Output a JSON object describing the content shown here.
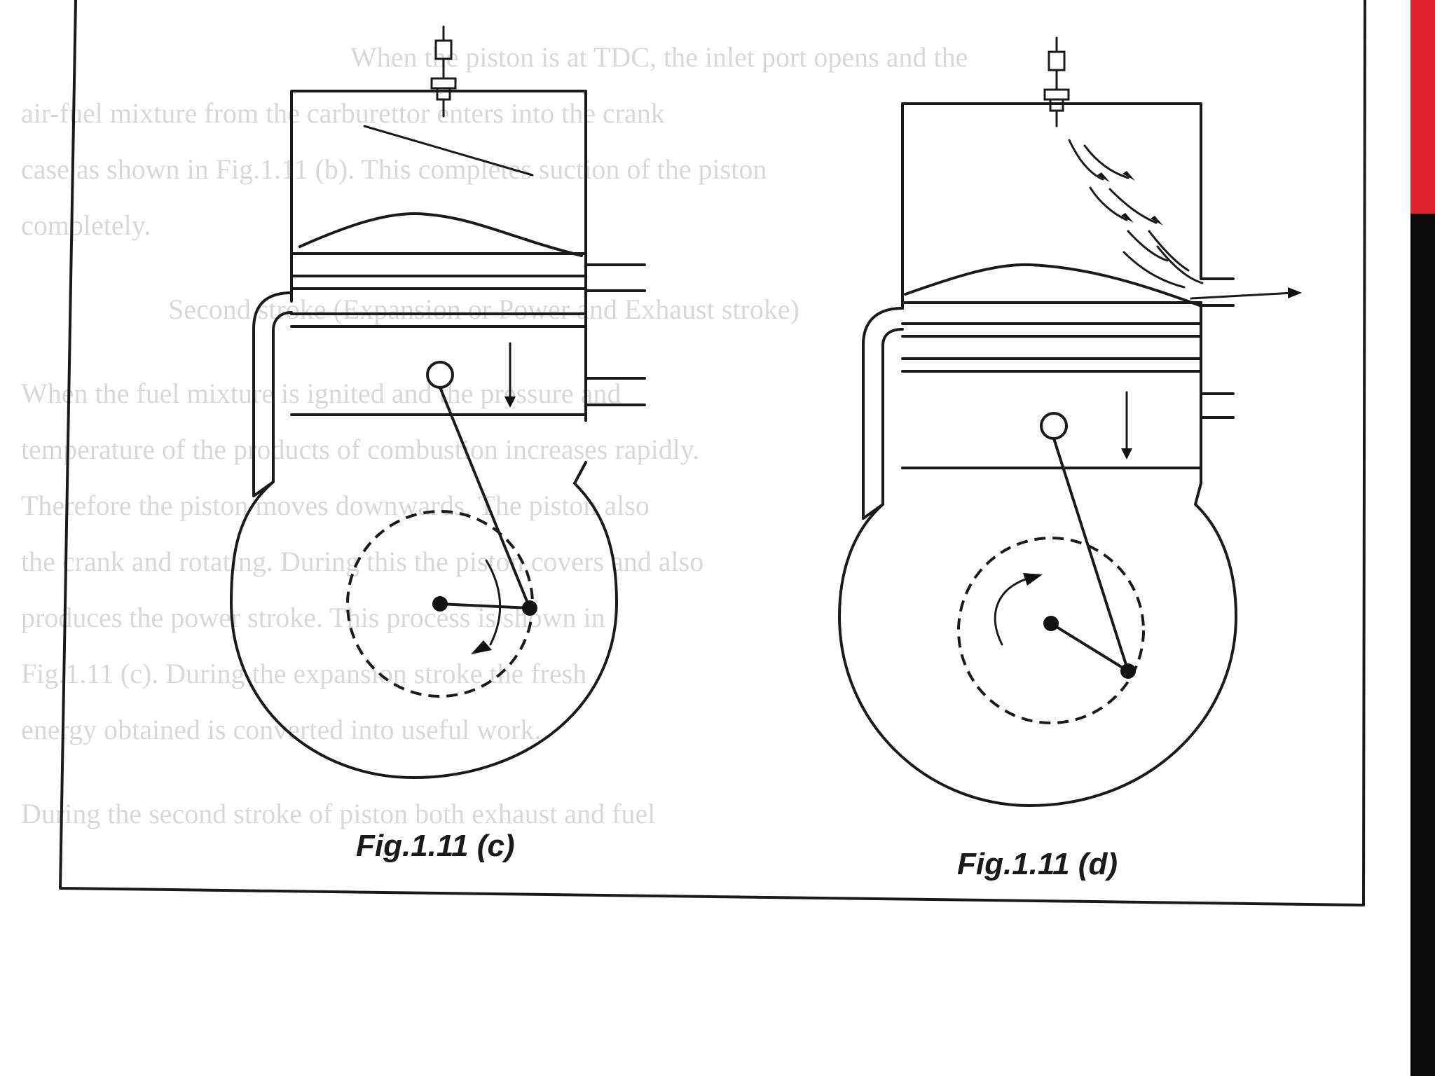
{
  "figures": [
    {
      "id": "c",
      "caption": "Fig.1.11 (c)"
    },
    {
      "id": "d",
      "caption": "Fig.1.11 (d)"
    }
  ],
  "background_text": {
    "lines": [
      "When the piston is at TDC, the inlet port opens and the",
      "air-fuel mixture from the carburettor enters into the crank",
      "case as shown in Fig.1.11 (b). This completes suction of the piston",
      "completely.",
      "Second stroke (Expansion or Power and Exhaust stroke)",
      "When the fuel mixture is ignited and the pressure and",
      "temperature of the products of combustion increases rapidly.",
      "Therefore the piston moves downwards. The piston also",
      "the crank and rotating. During this the piston covers and also",
      "produces the power stroke. This process is shown in",
      "Fig.1.11 (c). During the expansion stroke the fresh",
      "energy obtained is converted into useful work.",
      "During the second stroke of piston both exhaust and fuel"
    ]
  },
  "colors": {
    "side_bar": "#0a0a0a",
    "side_bar_accent": "#e0242b",
    "ink": "#1a1a1a",
    "page": "#ffffff"
  }
}
